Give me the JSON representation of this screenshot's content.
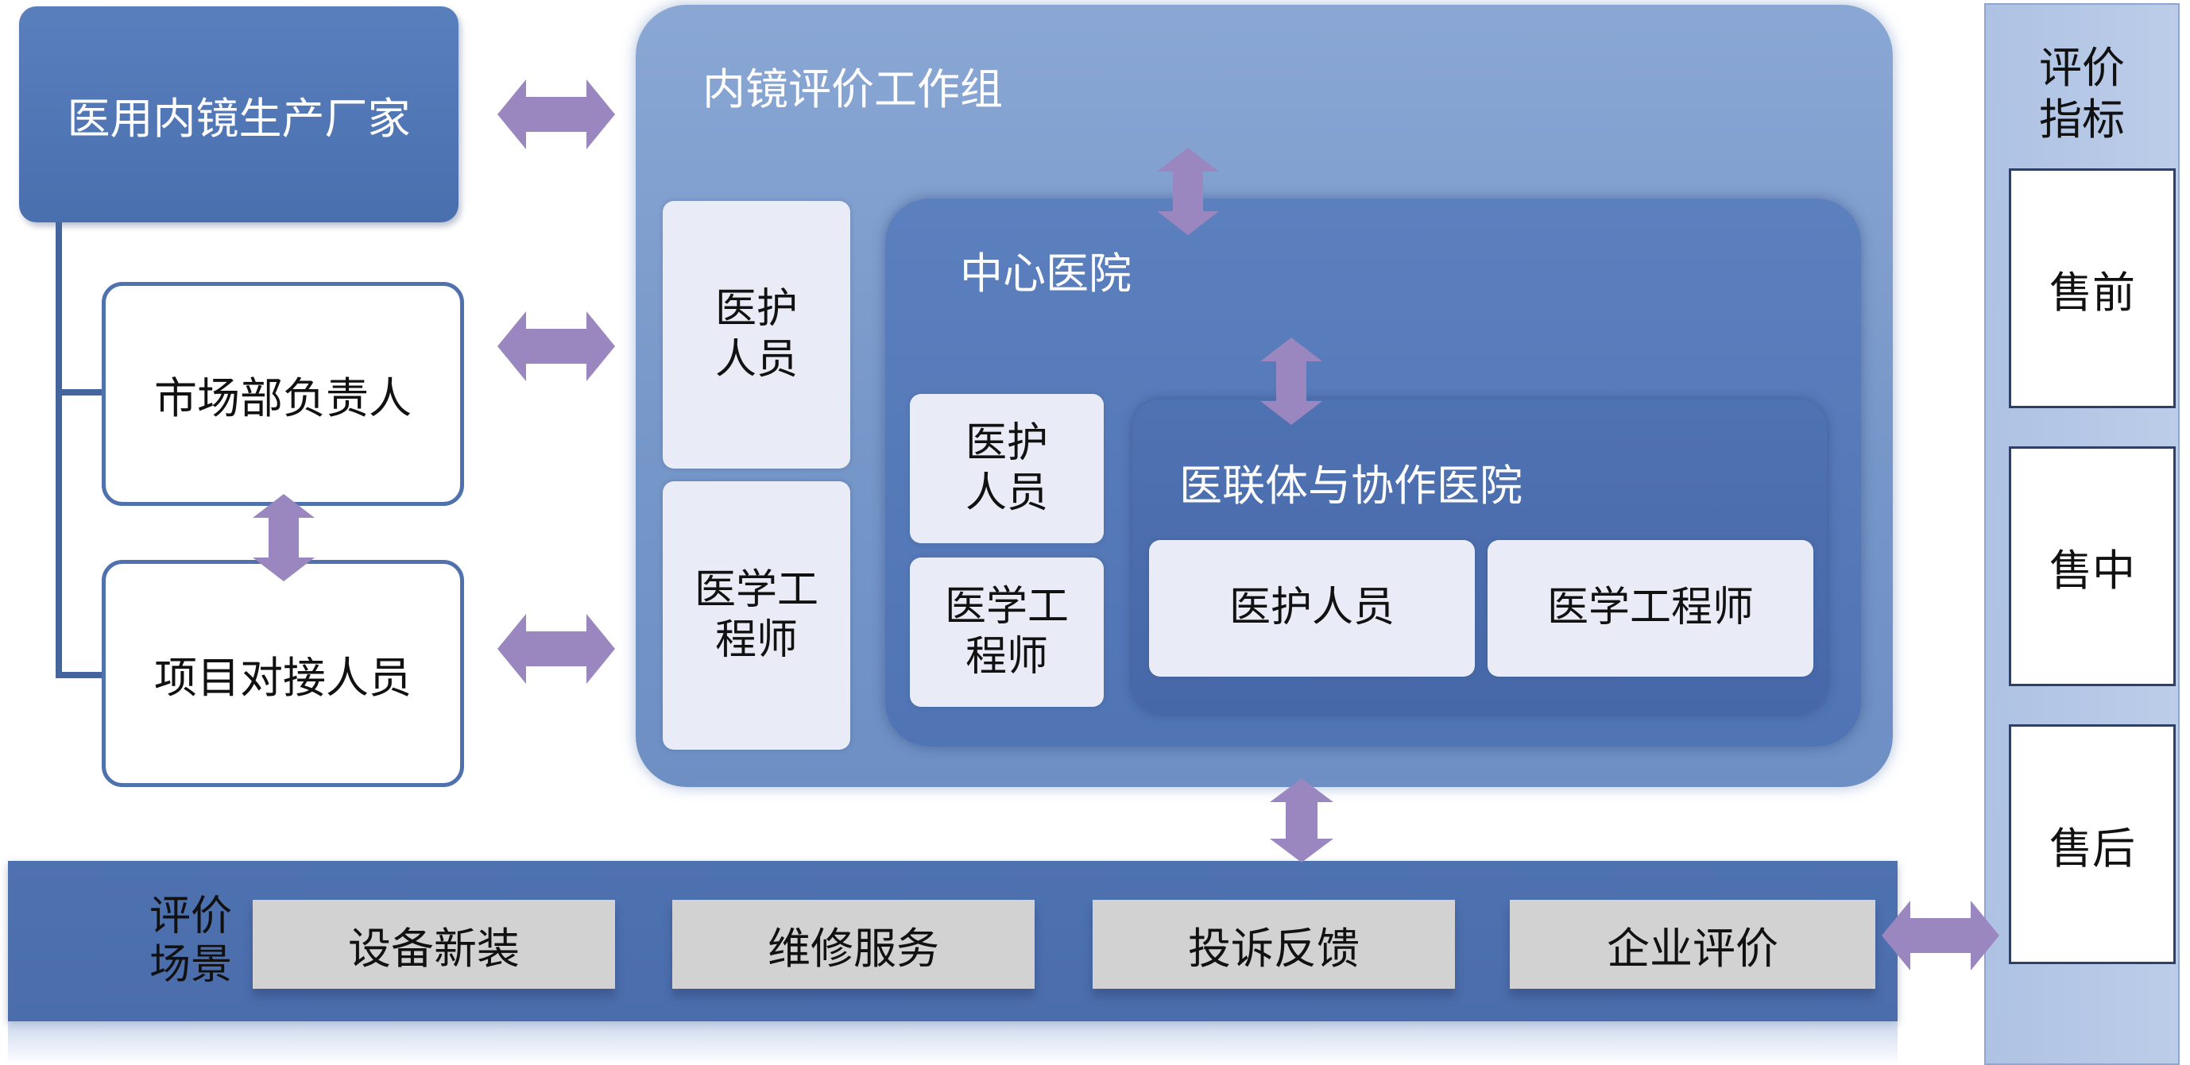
{
  "manufacturer": {
    "title": "医用内镜生产厂家",
    "market_head": "市场部负责人",
    "project_contact": "项目对接人员"
  },
  "workgroup": {
    "title": "内镜评价工作组",
    "medical_staff": "医护\n人员",
    "medical_engineer": "医学工\n程师",
    "hospital": {
      "title": "中心医院",
      "medical_staff": "医护\n人员",
      "medical_engineer": "医学工\n程师",
      "alliance": {
        "title": "医联体与协作医院",
        "medical_staff": "医护人员",
        "medical_engineer": "医学工程师"
      }
    }
  },
  "scenes": {
    "label": "评价\n场景",
    "items": [
      "设备新装",
      "维修服务",
      "投诉反馈",
      "企业评价"
    ]
  },
  "indicators": {
    "label": "评价\n指标",
    "items": [
      "售前",
      "售中",
      "售后"
    ]
  },
  "colors": {
    "arrow": "#9b87bf",
    "dark_blue": "#4a6fae",
    "mid_blue": "#7596c8",
    "light_box": "#e9ecf6"
  }
}
